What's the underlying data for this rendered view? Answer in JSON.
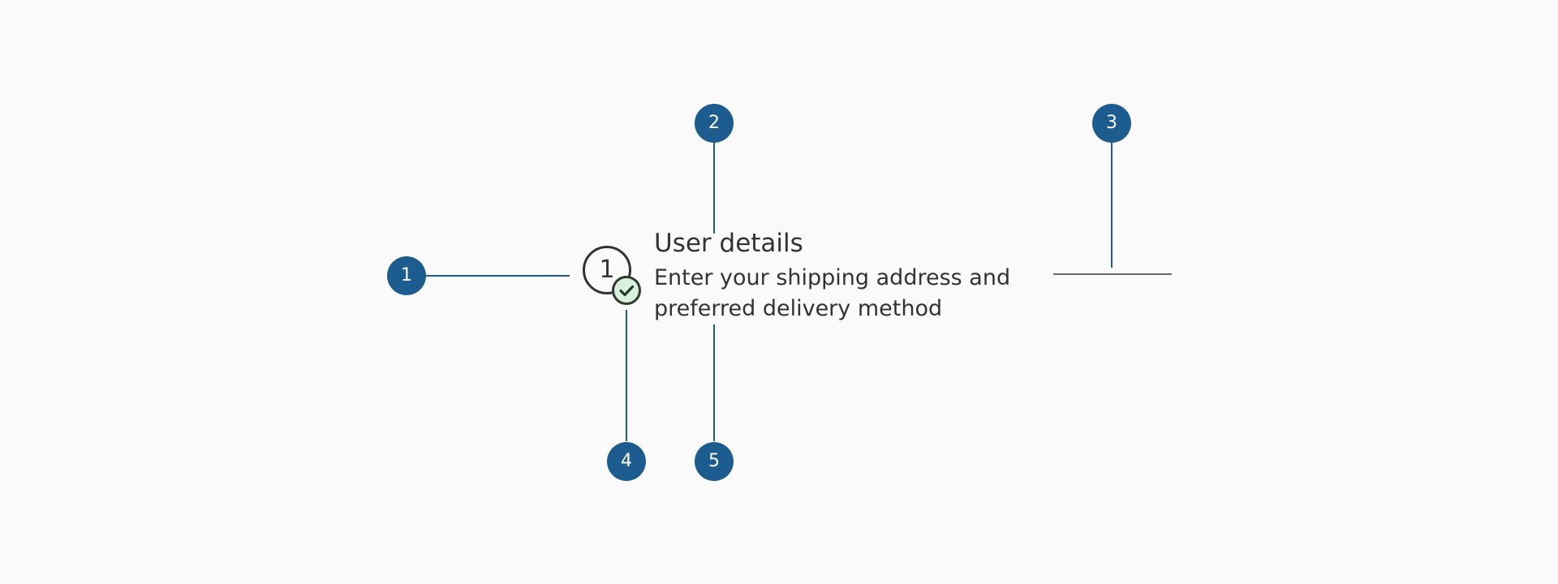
{
  "annotations": [
    {
      "label": "1"
    },
    {
      "label": "2"
    },
    {
      "label": "3"
    },
    {
      "label": "4"
    },
    {
      "label": "5"
    }
  ],
  "step": {
    "number": "1",
    "title": "User details",
    "description": "Enter your shipping address and preferred delivery method",
    "status_icon": "check-circle-icon"
  },
  "colors": {
    "annotation": "#1d5c8e",
    "text": "#333333",
    "success_fill": "#d9f1dc",
    "background": "#fafafa"
  }
}
